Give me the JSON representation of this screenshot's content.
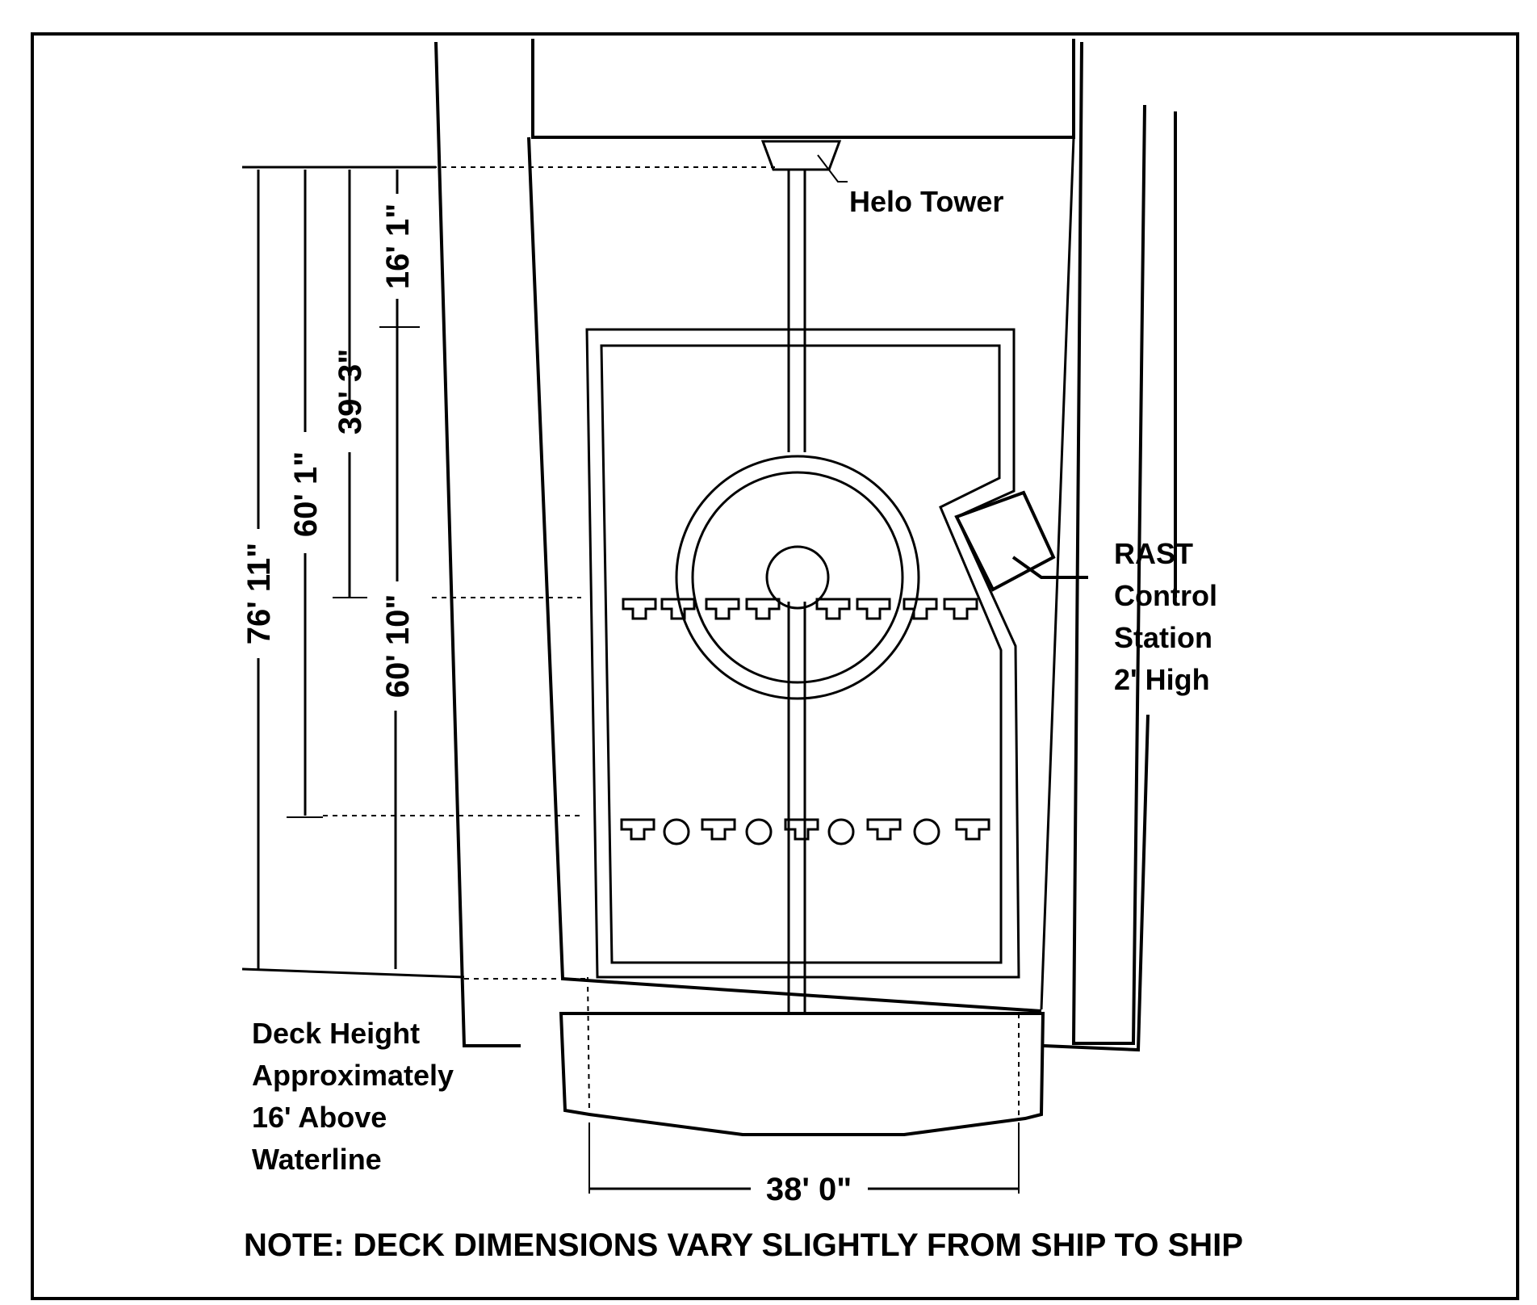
{
  "labels": {
    "helo_tower": "Helo Tower",
    "rast": [
      "RAST",
      "Control",
      "Station",
      "2' High"
    ],
    "deck_height": [
      "Deck Height",
      "Approximately",
      "16' Above",
      "Waterline"
    ],
    "note": "NOTE:  DECK DIMENSIONS VARY SLIGHTLY FROM SHIP TO SHIP"
  },
  "dimensions": {
    "overall_length": "76' 11\"",
    "to_aft_line": "60' 1\"",
    "to_mid_line": "39' 3\"",
    "tower_to_deck_edge": "16' 1\"",
    "deck_to_aft": "60' 10\"",
    "width": "38' 0\""
  }
}
